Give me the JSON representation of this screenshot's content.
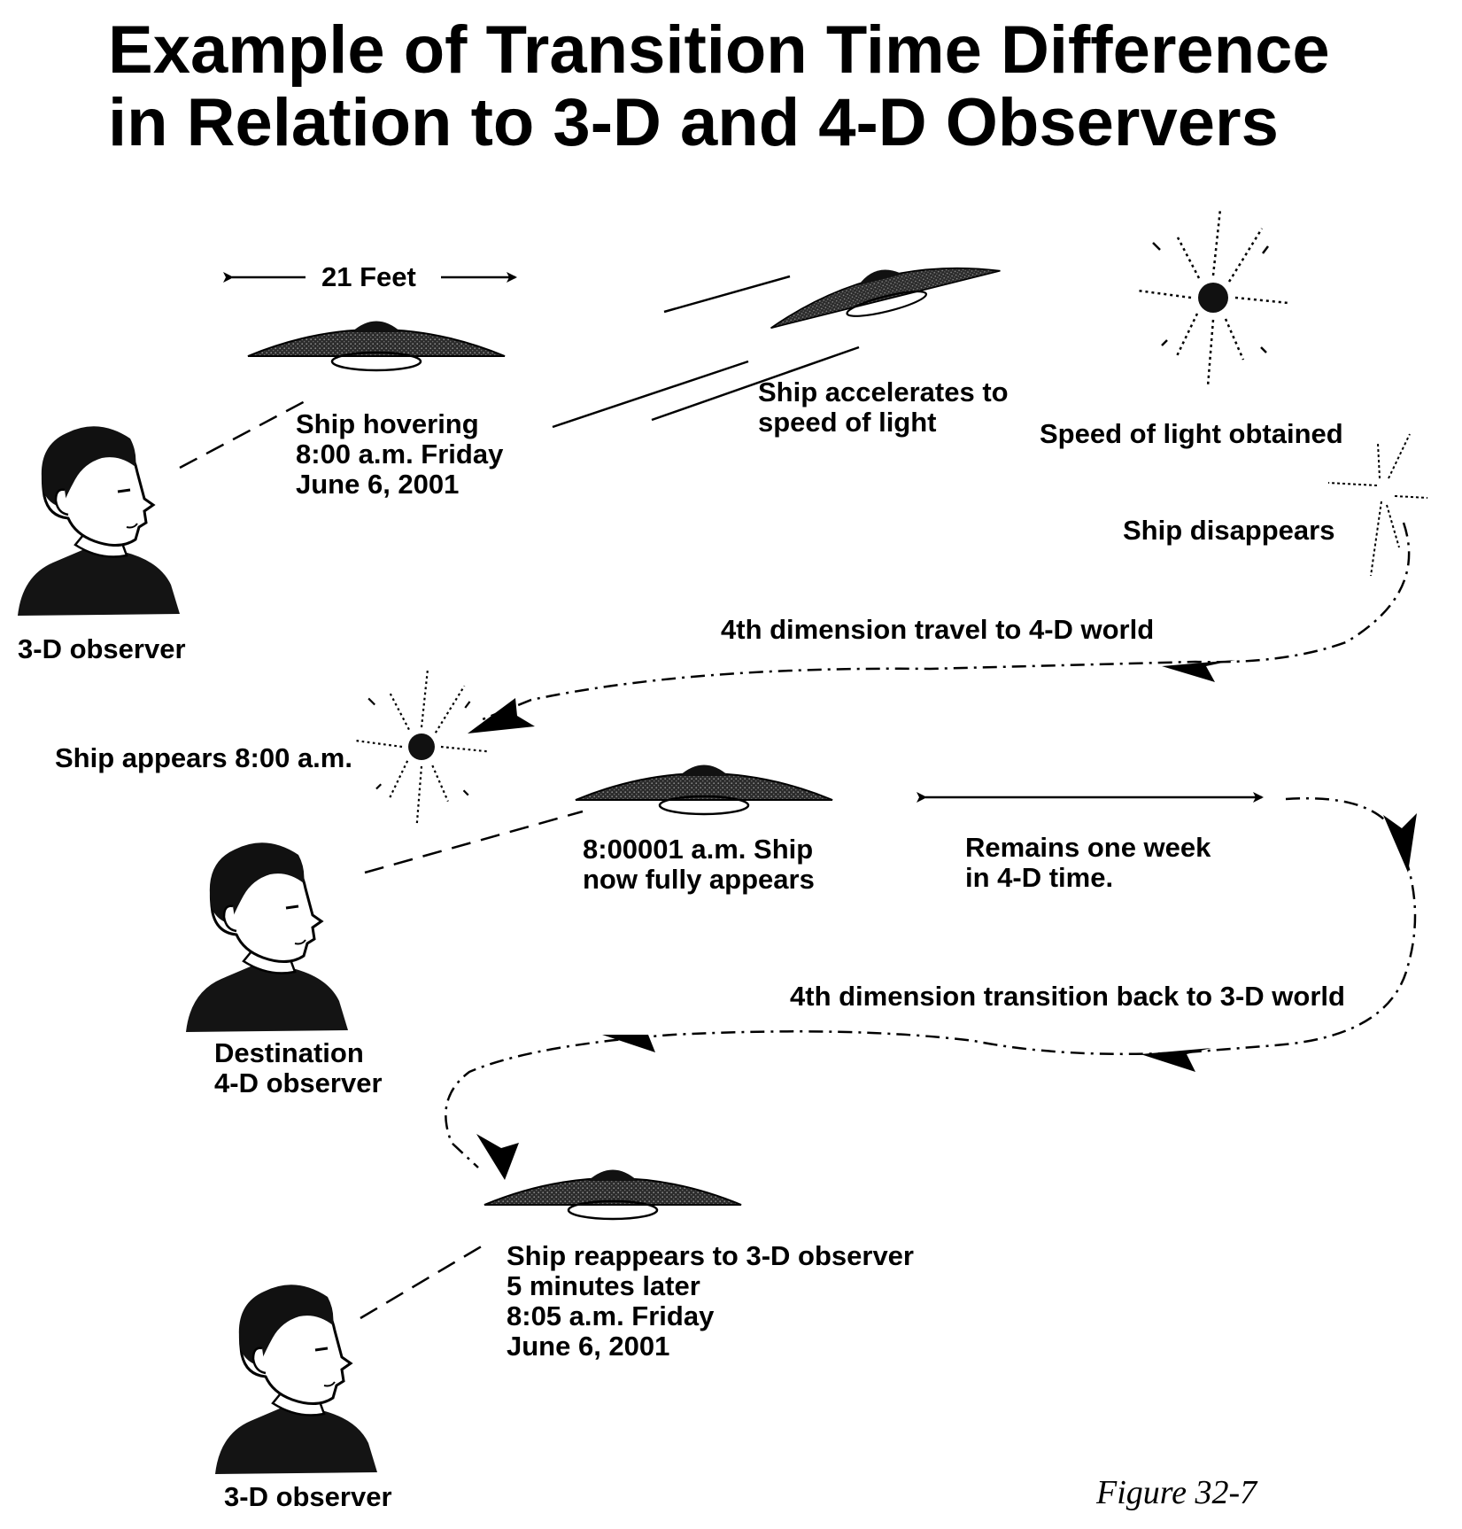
{
  "title": {
    "line1": "Example of Transition Time Difference",
    "line2": "in Relation to 3-D and 4-D Observers"
  },
  "measure": {
    "label": "21 Feet"
  },
  "hover": {
    "line1": "Ship hovering",
    "line2": "8:00 a.m. Friday",
    "line3": "June 6, 2001"
  },
  "accelerate": {
    "line1": "Ship accelerates to",
    "line2": "speed of light"
  },
  "light_obtained": "Speed of light obtained",
  "disappears": "Ship disappears",
  "travel_4d": "4th dimension travel to 4-D world",
  "appears": "Ship appears 8:00 a.m.",
  "fully_appears": {
    "line1": "8:00001 a.m. Ship",
    "line2": "now fully appears"
  },
  "remains": {
    "line1": "Remains one week",
    "line2": "in 4-D time."
  },
  "transition_back": "4th dimension transition back to 3-D world",
  "reappears": {
    "line1": "Ship reappears to 3-D observer",
    "line2": "5 minutes later",
    "line3": "8:05 a.m. Friday",
    "line4": "June 6, 2001"
  },
  "observers": {
    "top": "3-D observer",
    "middle_line1": "Destination",
    "middle_line2": "4-D observer",
    "bottom": "3-D observer"
  },
  "figure_label": "Figure 32-7"
}
